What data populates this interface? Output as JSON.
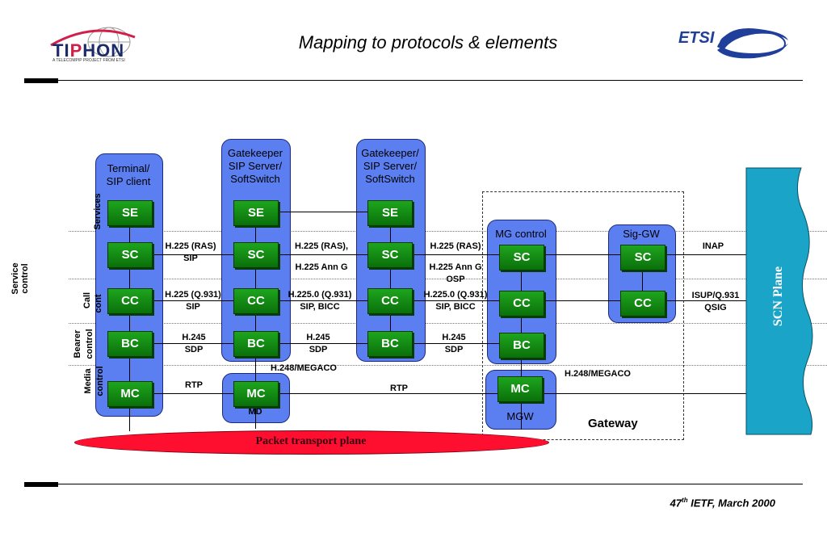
{
  "slide": {
    "title": "Mapping to protocols & elements",
    "footer_prefix": "47",
    "footer_super": "th",
    "footer_text": " IETF, March 2000"
  },
  "logos": {
    "tiphon_text_1": "TI",
    "tiphon_text_2": "P",
    "tiphon_text_3": "HON",
    "tiphon_tagline": "A TELECOMPIP PROJECT FROM ETSI",
    "etsi_text": "ETSI"
  },
  "row_labels": {
    "service_control": "Service\ncontrol",
    "services": "Services",
    "call_control_1": "Call",
    "call_control_2": "cont",
    "bearer_control_1": "Bearer",
    "bearer_control_2": "control",
    "media_control_1": "Media",
    "media_control_2": "control"
  },
  "columns": {
    "terminal": "Terminal/\nSIP client",
    "gatekeeper1": "Gatekeeper\nSIP Server/\nSoftSwitch",
    "gatekeeper2": "Gatekeeper/\nSIP Server/\nSoftSwitch",
    "mg_control": "MG control",
    "sig_gw": "Sig-GW",
    "mgw": "MGW",
    "md": "MD",
    "gateway": "Gateway"
  },
  "boxes": {
    "se": "SE",
    "sc": "SC",
    "cc": "CC",
    "bc": "BC",
    "mc": "MC"
  },
  "protocols": {
    "sc1_a": "H.225 (RAS)",
    "sc1_b": "SIP",
    "sc2_a": "H.225 (RAS),",
    "sc2_b": "H.225 Ann G",
    "sc3_a": "H.225 (RAS)",
    "sc3_b": "H.225 Ann G",
    "sc3_c": "OSP",
    "cc1_a": "H.225 (Q.931)",
    "cc1_b": "SIP",
    "cc2_a": "H.225.0 (Q.931)",
    "cc2_b": "SIP, BICC",
    "cc3_a": "H.225.0 (Q.931)",
    "cc3_b": "SIP, BICC",
    "bc1_a": "H.245",
    "bc1_b": "SDP",
    "bc2_a": "H.245",
    "bc2_b": "SDP",
    "bc3_a": "H.245",
    "bc3_b": "SDP",
    "megaco1": "H.248/MEGACO",
    "megaco2": "H.248/MEGACO",
    "rtp1": "RTP",
    "rtp2": "RTP",
    "inap": "INAP",
    "isup_a": "ISUP/Q.931",
    "isup_b": "QSIG"
  },
  "planes": {
    "packet": "Packet transport plane",
    "scn": "SCN Plane"
  },
  "colors": {
    "column_blue": "#5b7ff0",
    "box_green": "#0f8a0f",
    "packet_red": "#ff0f2f",
    "scn_teal": "#1aa4c8"
  }
}
